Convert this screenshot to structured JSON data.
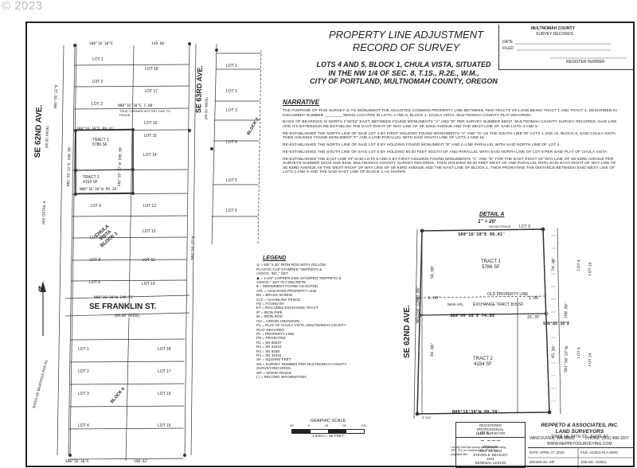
{
  "watermark": "© 2023",
  "title": [
    "PROPERTY LINE ADJUSTMENT",
    "RECORD OF SURVEY"
  ],
  "subtitle": [
    "LOTS 4 AND 5, BLOCK 1, CHULA VISTA, SITUATED",
    "IN THE NW 1/4 OF SEC. 8, T.1S., R.2E., W.M.,",
    "CITY OF PORTLAND, MULTNOMAH COUNTY, OREGON"
  ],
  "county_box": {
    "county": "MULTNOMAH COUNTY",
    "office": "SURVEY RECORDS",
    "date_label": "DATE",
    "filed_label": "FILED",
    "register_label": "REGISTER NUMBER"
  },
  "narrative_heading": "NARRATIVE",
  "narrative": [
    "THE PURPOSE OF THIS SURVEY IS TO MONUMENT THE ADJUSTED COMMON PROPERTY LINE BETWEEN TWO TRACTS OF LAND BEING TRACT 1 AND TRACT 2, DESCRIBED IN DOCUMENT NUMBER ________ BEING LOCATED IN LOTS 4 AND 5, BLOCK 1, CHULA VISTA, MULTNOMAH COUNTY PLAT RECORDS.",
    "BASIS OF BEARINGS IS NORTH 1°50'22\" EAST, BETWEEN FOUND MONUMENTS \"A\" AND \"B\" PER SURVEY NUMBER 65037, MULTNOMAH COUNTY SURVEY RECORDS, SAID LINE AND ITS EXTENSION RE-ESTABLISH THE EAST RIGHT OF WAY LINE OF SE 62ND AVENUE AND THE WEST LINE OF SAID LOTS 4 AND 5.",
    "RE-ESTABLISHED THE NORTH LINE OF SAID LOT 4 BY FIRST HOLDING FOUND MONUMENTS \"A\" AND \"G\" AS THE SOUTH LINE OF LOTS 4 AND 15, BLOCK 6, SAID CHULA VISTA, THEN HOLDING FOUND MONUMENT \"F\" AND A LINE PARALLEL WITH SAID SOUTH LINE OF LOTS 4 AND 15.",
    "RE-ESTABLISHED THE NORTH LINE OF SAID LOT 5 BY HOLDING FOUND MONUMENT \"E\" AND A LINE PARALLEL WITH SAID NORTH LINE OF LOT 4.",
    "RE-ESTABLISHED THE SOUTH LINE OF SAID LOT 5 BY HOLDING 50.00 FEET SOUTH OF AND PARALLEL WITH SAID NORTH LINE OF LOT 5 PER SAID PLAT OF CHULA VISTA.",
    "RE-ESTABLISHED THE EAST LINE OF SAID LOTS 5 AND 6 BY FIRST HOLDING FOUND MONUMENTS \"C\" AND \"D\" FOR THE EAST RIGHT OF WAY LINE OF SE 63RD AVENUE PER SURVEYS NUMBER 32244 AND 9349, MULTNOMAH COUNTY SURVEY RECORDS, THEN HOLDING 50.00 FEET WEST OF AND PARALLEL WITH SAID EAST RIGHT OF WAY LINE OF SE 63RD AVENUE AS THE WEST RIGHT OF WAY LINE OF SE 63RD AVENUE AND THE EAST LINE OF BLOCK 1, THEN PRORATING THE DISTANCE BETWEEN SAID WEST LINE OF LOTS 4 AND 5 AND THE SAID EAST LINE OF BLOCK 1 AS SHOWN."
  ],
  "legend_heading": "LEGEND",
  "legend": [
    "◎ = 5/8\" X 30\" IRON ROD WITH YELLOW",
    "     PLASTIC CAP STAMPED \"REPPETO &",
    "     ASSOC. INC.\" SET",
    "◉ = 1-1/8\" COPPER DISK STAMPED \"REPPETO &",
    "     ASSOC.\" SET IN CONCRETE",
    "● = MONUMENT FOUND AS NOTED.",
    "APL = ADJUSTED PROPERTY LINE",
    "BS = BRASS SCREW",
    "CLF = CHAINLINK FENCE",
    "FD = FOUND BY",
    "ET = INCLUDES EXCHANGE TRACT",
    "IP = IRON PIPE",
    "IR = IRON ROD",
    "OU = ORIGIN UNKNOWN",
    "P1 = PLAT OF CHULA VISTA, MULTNOMAH COUNTY",
    "     PLAT RECORDS",
    "PL = PROPERTY LINE",
    "PR = PRORATED",
    "R1 = SN 65037",
    "R2 = SN 32244",
    "R3 = SN 9349",
    "R4 = SN 32244",
    "SF = SQUARE FEET",
    "SN = SURVEY NUMBER PER MULTNOMAH COUNTY",
    "     SURVEY RECORDS.",
    "WF = WOOD FENCE",
    "( ) = RECORD INFORMATION"
  ],
  "detail": {
    "heading": "DETAIL A",
    "scale": "1\" = 20'"
  },
  "scale": {
    "title": "GRAPHIC SCALE",
    "ticks": [
      "50",
      "0",
      "25",
      "50",
      "100"
    ],
    "note": "1 INCH = 50 FEET"
  },
  "firm": {
    "name": [
      "REPPETO & ASSOCIATES, INC.",
      "LAND SURVEYORS"
    ],
    "address": [
      "10906 NE 39TH ST., SUITE A7",
      "VANCOUVER, WA 98682",
      "PHONE: (503) 408-1507",
      "WWW.REPPETOSURVEYING.COM"
    ]
  },
  "stamp": [
    "REGISTERED",
    "PROFESSIONAL",
    "LAND SURVEYOR",
    "OREGON",
    "JULY 13, 1994",
    "STEVEN E. BECKLEY",
    "2231",
    "RENEWAL 12/31/23"
  ],
  "certification": "I certify that this survey was prepared using HP® 712 on Continental® JPC4X42 polyester film.",
  "footer": {
    "date": "DATE: APRIL 17, 2023",
    "file": "FILE: A23011-PLA.DWG",
    "drawn": "DRAWN BY: MP",
    "job": "JOB NO. A23011"
  },
  "map": {
    "streets": {
      "ave62": "SE 62ND AVE.",
      "ave62_width": "(50.00' WIDE)",
      "ave63": "SE 63RD AVE.",
      "ave63_width": "(50.00' WIDE)",
      "franklin": "SE FRANKLIN ST.",
      "franklin_width": "(50.00' WIDE)"
    },
    "plat_name": [
      "CHULA",
      "VISTA",
      "BLOCK 1"
    ],
    "block6_label": "BLOCK 6",
    "block2_label": "BLOCK 2",
    "see_detail": "SEE DETAIL A",
    "north_label": "N",
    "tracts": [
      {
        "name": "TRACT 1",
        "area": "5786 SF"
      },
      {
        "name": "TRACT 2",
        "area": "4154 SF"
      }
    ],
    "lots_west": [
      "LOT 1",
      "LOT 2",
      "LOT 3",
      "LOT 4",
      "LOT 5",
      "LOT 6",
      "LOT 7",
      "LOT 8",
      "LOT 9"
    ],
    "lots_east": [
      "LOT 18",
      "LOT 17",
      "LOT 16",
      "LOT 15",
      "LOT 14",
      "LOT 13",
      "LOT 12",
      "LOT 11",
      "LOT 10"
    ],
    "lots_south_west": [
      "LOT 1",
      "LOT 2",
      "LOT 3",
      "LOT 4"
    ],
    "lots_south_east": [
      "LOT 18",
      "LOT 17",
      "LOT 16",
      "LOT 15"
    ],
    "lots_block2": [
      "LOT 1",
      "LOT 2",
      "LOT 3",
      "LOT 4",
      "LOT 5",
      "LOT 6"
    ],
    "bearings": {
      "top": "S88°16'38\"E",
      "top_dist": "149.86'",
      "lot3": "N88°16'38\"E 1.00'",
      "lot3_note": "TRUE CORNER NOT SET DUE TO FENCE",
      "tract_n": "S88°16'38\"E  99.41'",
      "tract_s": "N88°16'38\"W  99.39'",
      "tract_e": "S01°50'37\"W 100.00'",
      "west_line": "N01°50'22\"E 100.00'",
      "east_line": "N01°50'37\"E",
      "lot9_s": "N88°16'38\"W  198.71'",
      "south": "S88°16'38\"E",
      "south_dist": "198.62'",
      "basis": "BASIS OF BEARINGS PER R1",
      "n_left": "N01°50'22\"E"
    },
    "detail_labels": {
      "n_line": "S88°16'38\"E  99.41'",
      "s_line": "N88°16'38\"W  99.39'",
      "old_pl": "OLD PROPERTY LINE",
      "exchange": "EXCHANGE TRACT 815 SF",
      "new_apl": "NEW APL",
      "apl": "S88°09'38\"E  74.05'",
      "apl2": "S88°09'38\"E",
      "dist_2535": "25.35'",
      "w_line": "N01°50'22\"E",
      "w_dist": "100.00'",
      "e_line": "S01°50'37\"W",
      "e_dist": "100.00'",
      "ave": "SE 62ND AVE.",
      "lot3": "LOT 3",
      "lot6": "LOT 6",
      "lot15": "LOT 15",
      "lot14": "LOT 14",
      "lot4": "LOT 4",
      "lot5": "LOT 5",
      "d56": "56.00'",
      "d44": "44.00'",
      "d5444": "54.44'",
      "d4556": "45.56'",
      "d600": "6.00'",
      "d100": "1.00'",
      "wf_note": "WOOD FENCE",
      "clf_note": "3' CLF"
    }
  }
}
